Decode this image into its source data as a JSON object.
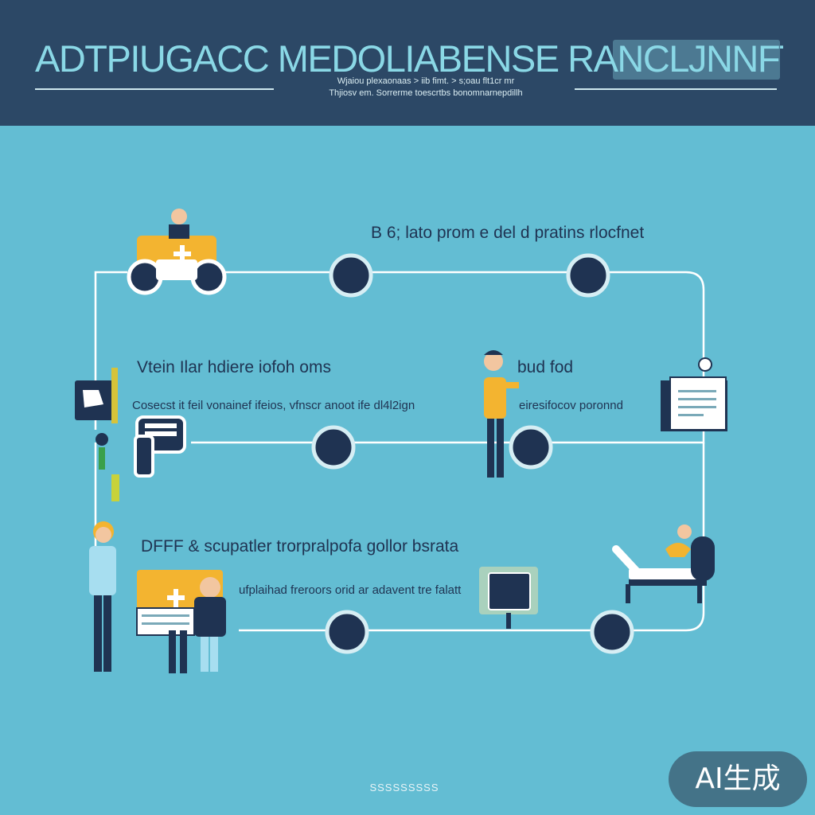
{
  "header": {
    "title": "ADTPIUGACC MEDOLIABENSE RANCLJNNFTCP",
    "subtitle_line1": "Wjaiou plexaonaas > iib fimt. > s;oau flt1cr mr",
    "subtitle_line2": "Thjiosv em. Sorrerme toescrtbs bonomnarnepdillh"
  },
  "rows": [
    {
      "heading": "B 6; lato prom e del d pratins rlocfnet"
    },
    {
      "heading_left": "Vtein Ilar hdiere iofoh oms",
      "desc_left": "Cosecst it feil vonainef ifeios, vfnscr anoot ife dl4l2ign",
      "heading_right": "bud fod",
      "desc_right": "eiresifocov poronnd"
    },
    {
      "heading": "DFFF  & scupatler trorpralpofa gollor bsrata",
      "desc": "ufplaihad freroors orid ar adavent  tre   falatt"
    }
  ],
  "watermark": "AI生成",
  "footer_mark": "SSSSSSSSS",
  "colors": {
    "background": "#63bdd3",
    "header": "#2c4866",
    "title": "#8ad8e6",
    "node": "#1f3352",
    "accent": "#f3b430",
    "line": "#ffffff"
  },
  "icons": [
    "doctor-cart-icon",
    "person-icon",
    "monitor-icon",
    "card-icon",
    "document-icon",
    "bed-icon",
    "clipboard-icon"
  ]
}
